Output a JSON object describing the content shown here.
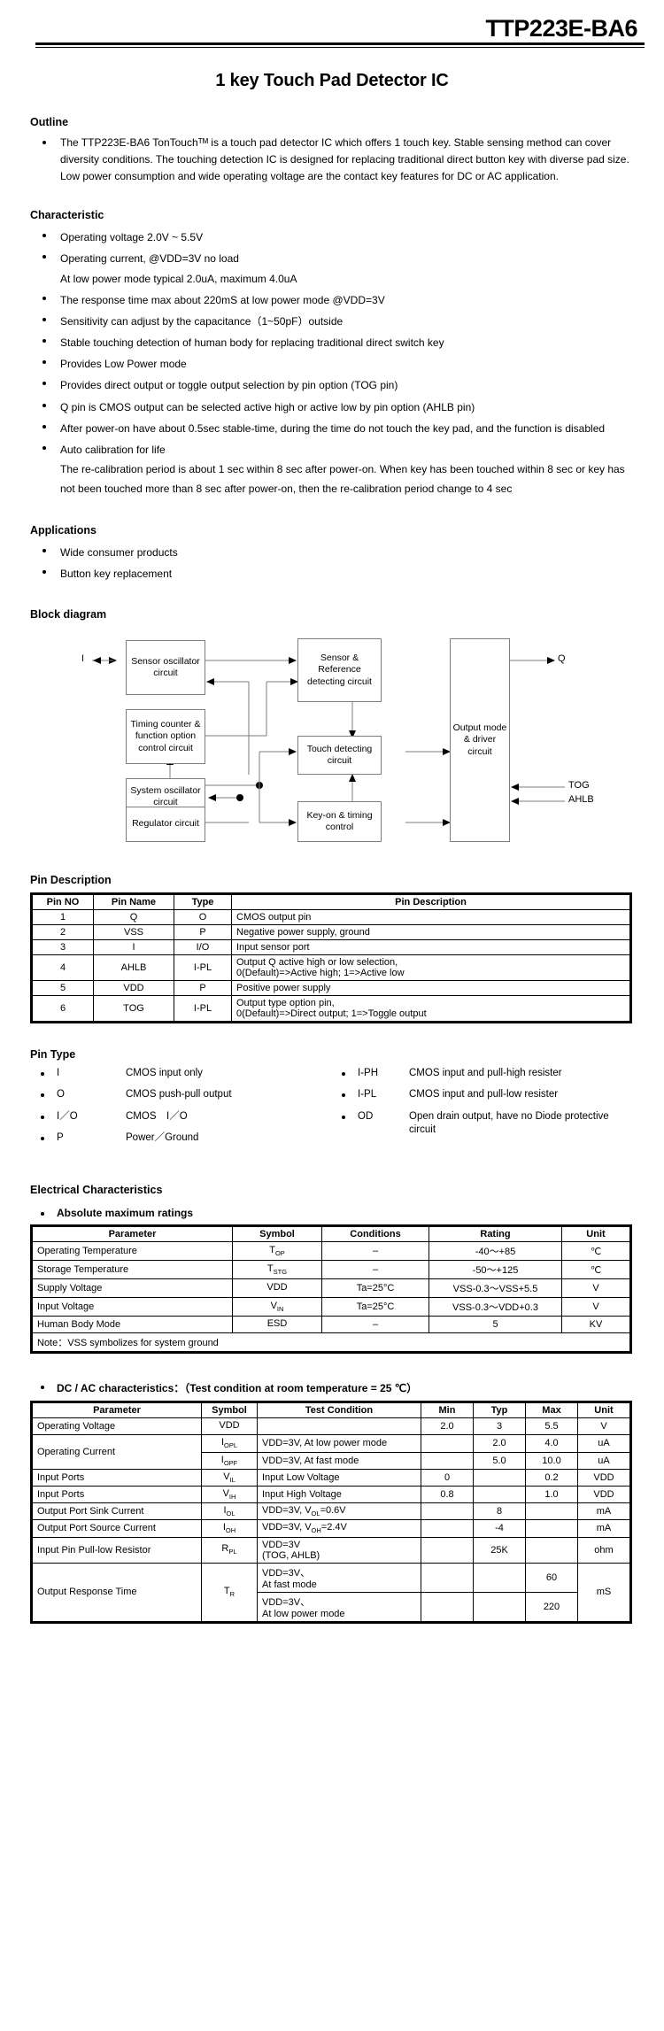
{
  "header": {
    "part_number": "TTP223E-BA6",
    "doc_title": "1 key Touch Pad Detector IC"
  },
  "outline": {
    "heading": "Outline",
    "items": [
      "The TTP223E-BA6 TonTouchᵀᴹ is a touch pad detector IC which offers 1 touch key. Stable sensing method can cover diversity conditions. The touching detection IC is designed for replacing traditional direct button key with diverse pad size. Low power consumption and wide operating voltage are the contact key features for DC or AC application."
    ]
  },
  "characteristic": {
    "heading": "Characteristic",
    "items": [
      {
        "line1": "Operating voltage 2.0V ~ 5.5V",
        "line2": ""
      },
      {
        "line1": "Operating current, @VDD=3V no load",
        "line2": "At low power mode typical 2.0uA, maximum 4.0uA"
      },
      {
        "line1": "The response time max about 220mS at low power mode @VDD=3V",
        "line2": ""
      },
      {
        "line1": "Sensitivity can adjust by the capacitance（1~50pF）outside",
        "line2": ""
      },
      {
        "line1": "Stable touching detection of human body for replacing traditional direct switch key",
        "line2": ""
      },
      {
        "line1": "Provides Low Power mode",
        "line2": ""
      },
      {
        "line1": "Provides direct output or toggle output selection by pin option (TOG pin)",
        "line2": ""
      },
      {
        "line1": "Q pin is CMOS output can be selected active high or active low by pin option (AHLB pin)",
        "line2": ""
      },
      {
        "line1": "After power-on have about 0.5sec stable-time, during the time do not touch the key pad, and the function is disabled",
        "line2": ""
      },
      {
        "line1": "Auto calibration for life",
        "line2": "The re-calibration period is about 1 sec within 8 sec after power-on. When key has been touched within 8 sec or key has not been touched more than 8 sec after power-on, then the re-calibration period change to 4 sec"
      }
    ]
  },
  "applications": {
    "heading": "Applications",
    "items": [
      "Wide consumer products",
      "Button key replacement"
    ]
  },
  "block_diagram": {
    "heading": "Block diagram",
    "blocks": [
      {
        "id": "sensor-oscillator",
        "label": "Sensor oscillator circuit"
      },
      {
        "id": "timing-counter",
        "label": "Timing counter & function option control circuit"
      },
      {
        "id": "system-oscillator",
        "label": "System oscillator circuit"
      },
      {
        "id": "regulator",
        "label": "Regulator circuit"
      },
      {
        "id": "sensor-reference",
        "label": "Sensor & Reference detecting circuit"
      },
      {
        "id": "touch-detecting",
        "label": "Touch detecting circuit"
      },
      {
        "id": "key-on-timing",
        "label": "Key-on & timing control"
      },
      {
        "id": "output-mode-driver",
        "label": "Output mode & driver circuit"
      }
    ],
    "pin_labels": {
      "input": "I",
      "output": "Q",
      "tog": "TOG",
      "ahlb": "AHLB"
    }
  },
  "pin_description": {
    "heading": "Pin Description",
    "columns": [
      "Pin NO",
      "Pin Name",
      "Type",
      "Pin Description"
    ],
    "rows": [
      {
        "no": "1",
        "name": "Q",
        "type": "O",
        "desc1": "CMOS output pin",
        "desc2": ""
      },
      {
        "no": "2",
        "name": "VSS",
        "type": "P",
        "desc1": "Negative power supply, ground",
        "desc2": ""
      },
      {
        "no": "3",
        "name": "I",
        "type": "I/O",
        "desc1": "Input sensor port",
        "desc2": ""
      },
      {
        "no": "4",
        "name": "AHLB",
        "type": "I-PL",
        "desc1": "Output Q active high or low selection,",
        "desc2": "0(Default)=>Active high; 1=>Active low"
      },
      {
        "no": "5",
        "name": "VDD",
        "type": "P",
        "desc1": "Positive power supply",
        "desc2": ""
      },
      {
        "no": "6",
        "name": "TOG",
        "type": "I-PL",
        "desc1": "Output type option pin,",
        "desc2": "0(Default)=>Direct output; 1=>Toggle output"
      }
    ]
  },
  "pin_type": {
    "heading": "Pin Type",
    "left": [
      {
        "key": "I",
        "value": "CMOS input only"
      },
      {
        "key": "O",
        "value": "CMOS push-pull output"
      },
      {
        "key": "I／O",
        "value": "CMOS　I／O"
      },
      {
        "key": "P",
        "value": "Power／Ground"
      }
    ],
    "right": [
      {
        "key": "I-PH",
        "value": "CMOS input and pull-high resister"
      },
      {
        "key": "I-PL",
        "value": "CMOS input and pull-low resister"
      },
      {
        "key": "OD",
        "value": "Open drain output, have no Diode protective circuit"
      }
    ]
  },
  "electrical": {
    "heading": "Electrical Characteristics",
    "absolute": {
      "subheading": "Absolute maximum ratings",
      "columns": [
        "Parameter",
        "Symbol",
        "Conditions",
        "Rating",
        "Unit"
      ],
      "rows": [
        {
          "parameter": "Operating Temperature",
          "symbol_base": "T",
          "symbol_sub": "OP",
          "conditions": "–",
          "rating": "-40～+85",
          "unit": "℃"
        },
        {
          "parameter": "Storage Temperature",
          "symbol_base": "T",
          "symbol_sub": "STG",
          "conditions": "–",
          "rating": "-50～+125",
          "unit": "℃"
        },
        {
          "parameter": "Supply Voltage",
          "symbol_base": "VDD",
          "symbol_sub": "",
          "conditions": "Ta=25°C",
          "rating": "VSS-0.3～VSS+5.5",
          "unit": "V"
        },
        {
          "parameter": "Input Voltage",
          "symbol_base": "V",
          "symbol_sub": "IN",
          "conditions": "Ta=25°C",
          "rating": "VSS-0.3～VDD+0.3",
          "unit": "V"
        },
        {
          "parameter": "Human Body Mode",
          "symbol_base": "ESD",
          "symbol_sub": "",
          "conditions": "–",
          "rating": "5",
          "unit": "KV"
        }
      ],
      "note": "Note：VSS symbolizes for system ground"
    },
    "dcac": {
      "subheading": "DC / AC characteristics：（Test condition at room temperature = 25 ℃）",
      "columns": [
        "Parameter",
        "Symbol",
        "Test Condition",
        "Min",
        "Typ",
        "Max",
        "Unit"
      ],
      "rows": [
        {
          "parameter": "Operating Voltage",
          "sym_base": "VDD",
          "sym_sub": "",
          "cond1": "",
          "cond2": "",
          "min": "2.0",
          "typ": "3",
          "max": "5.5",
          "unit": "V"
        },
        {
          "parameter": "Operating Current",
          "sym_base": "I",
          "sym_sub": "OPL",
          "cond1": "VDD=3V, At low power mode",
          "cond2": "",
          "min": "",
          "typ": "2.0",
          "max": "4.0",
          "unit": "uA"
        },
        {
          "parameter": "",
          "sym_base": "I",
          "sym_sub": "OPF",
          "cond1": "VDD=3V, At fast mode",
          "cond2": "",
          "min": "",
          "typ": "5.0",
          "max": "10.0",
          "unit": "uA"
        },
        {
          "parameter": "Input Ports",
          "sym_base": "V",
          "sym_sub": "IL",
          "cond1": "Input Low Voltage",
          "cond2": "",
          "min": "0",
          "typ": "",
          "max": "0.2",
          "unit": "VDD"
        },
        {
          "parameter": "Input Ports",
          "sym_base": "V",
          "sym_sub": "IH",
          "cond1": "Input High Voltage",
          "cond2": "",
          "min": "0.8",
          "typ": "",
          "max": "1.0",
          "unit": "VDD"
        },
        {
          "parameter": "Output Port Sink Current",
          "sym_base": "I",
          "sym_sub": "OL",
          "cond1": "VDD=3V, V",
          "cond2": "=0.6V",
          "cond_sub": "OL",
          "min": "",
          "typ": "8",
          "max": "",
          "unit": "mA"
        },
        {
          "parameter": "Output Port Source Current",
          "sym_base": "I",
          "sym_sub": "OH",
          "cond1": "VDD=3V, V",
          "cond2": "=2.4V",
          "cond_sub": "OH",
          "min": "",
          "typ": "-4",
          "max": "",
          "unit": "mA"
        },
        {
          "parameter": "Input Pin Pull-low Resistor",
          "sym_base": "R",
          "sym_sub": "PL",
          "cond1": "VDD=3V",
          "cond2": "(TOG, AHLB)",
          "min": "",
          "typ": "25K",
          "max": "",
          "unit": "ohm"
        },
        {
          "parameter": "Output Response Time",
          "sym_base": "T",
          "sym_sub": "R",
          "cond1": "VDD=3V、",
          "cond2": "At fast mode",
          "min": "",
          "typ": "",
          "max": "60",
          "unit": "mS"
        },
        {
          "parameter": "",
          "sym_base": "",
          "sym_sub": "",
          "cond1": "VDD=3V、",
          "cond2": "At low power mode",
          "min": "",
          "typ": "",
          "max": "220",
          "unit": ""
        }
      ]
    }
  }
}
